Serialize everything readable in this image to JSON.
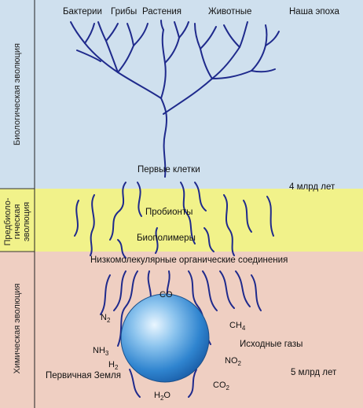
{
  "top_labels": {
    "bacteria": "Бактерии",
    "fungi": "Грибы",
    "plants": "Растения",
    "animals": "Животные",
    "our_era": "Наша эпоха"
  },
  "stages": {
    "biological": "Биологическая эволюция",
    "prebiological_1": "Предбиоло-",
    "prebiological_2": "гическая",
    "prebiological_3": "эволюция",
    "chemical": "Химическая эволюция"
  },
  "nodes": {
    "first_cells": "Первые клетки",
    "probionts": "Пробионты",
    "biopolymers": "Биополимеры",
    "low_molecular": "Низкомолекулярные органические соединения",
    "source_gases": "Исходные газы",
    "primary_earth": "Первичная Земля"
  },
  "times": {
    "t4": "4 млрд лет",
    "t5": "5 млрд лет"
  },
  "gases": {
    "co": "CO",
    "n2": "N",
    "n2_sub": "2",
    "nh3": "NH",
    "nh3_sub": "3",
    "h2": "H",
    "h2_sub": "2",
    "h2o_a": "H",
    "h2o_sub": "2",
    "h2o_b": "O",
    "ch4": "CH",
    "ch4_sub": "4",
    "no2": "NO",
    "no2_sub": "2",
    "co2": "CO",
    "co2_sub": "2"
  },
  "colors": {
    "biological_band": "#cfe0ee",
    "prebiological_band": "#f1f28a",
    "chemical_band": "#efcfc2",
    "branches": "#1f2a8c",
    "earth": "#3b8fd6"
  }
}
